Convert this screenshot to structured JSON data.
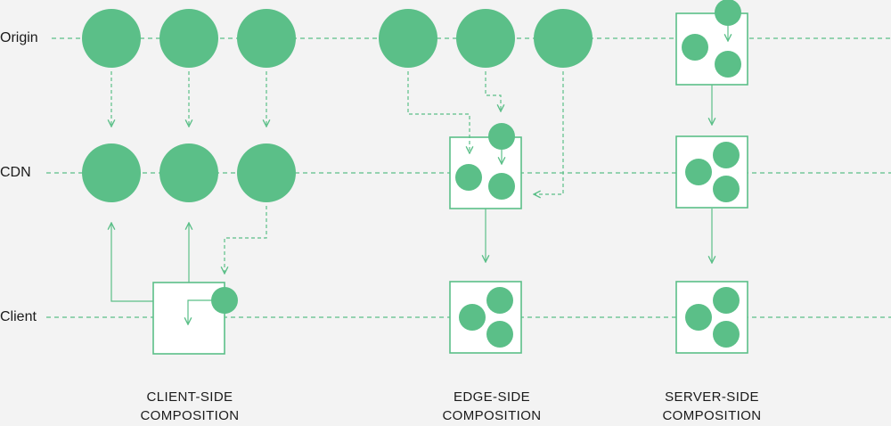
{
  "rows": {
    "origin": "Origin",
    "cdn": "CDN",
    "client": "Client"
  },
  "captions": {
    "client_side": [
      "CLIENT-SIDE",
      "COMPOSITION"
    ],
    "edge_side": [
      "EDGE-SIDE",
      "COMPOSITION"
    ],
    "server_side": [
      "SERVER-SIDE",
      "COMPOSITION"
    ]
  },
  "colors": {
    "accent": "#5bbf88",
    "background": "#f3f3f3",
    "box_fill": "#ffffff",
    "text": "#1a1a1a"
  }
}
